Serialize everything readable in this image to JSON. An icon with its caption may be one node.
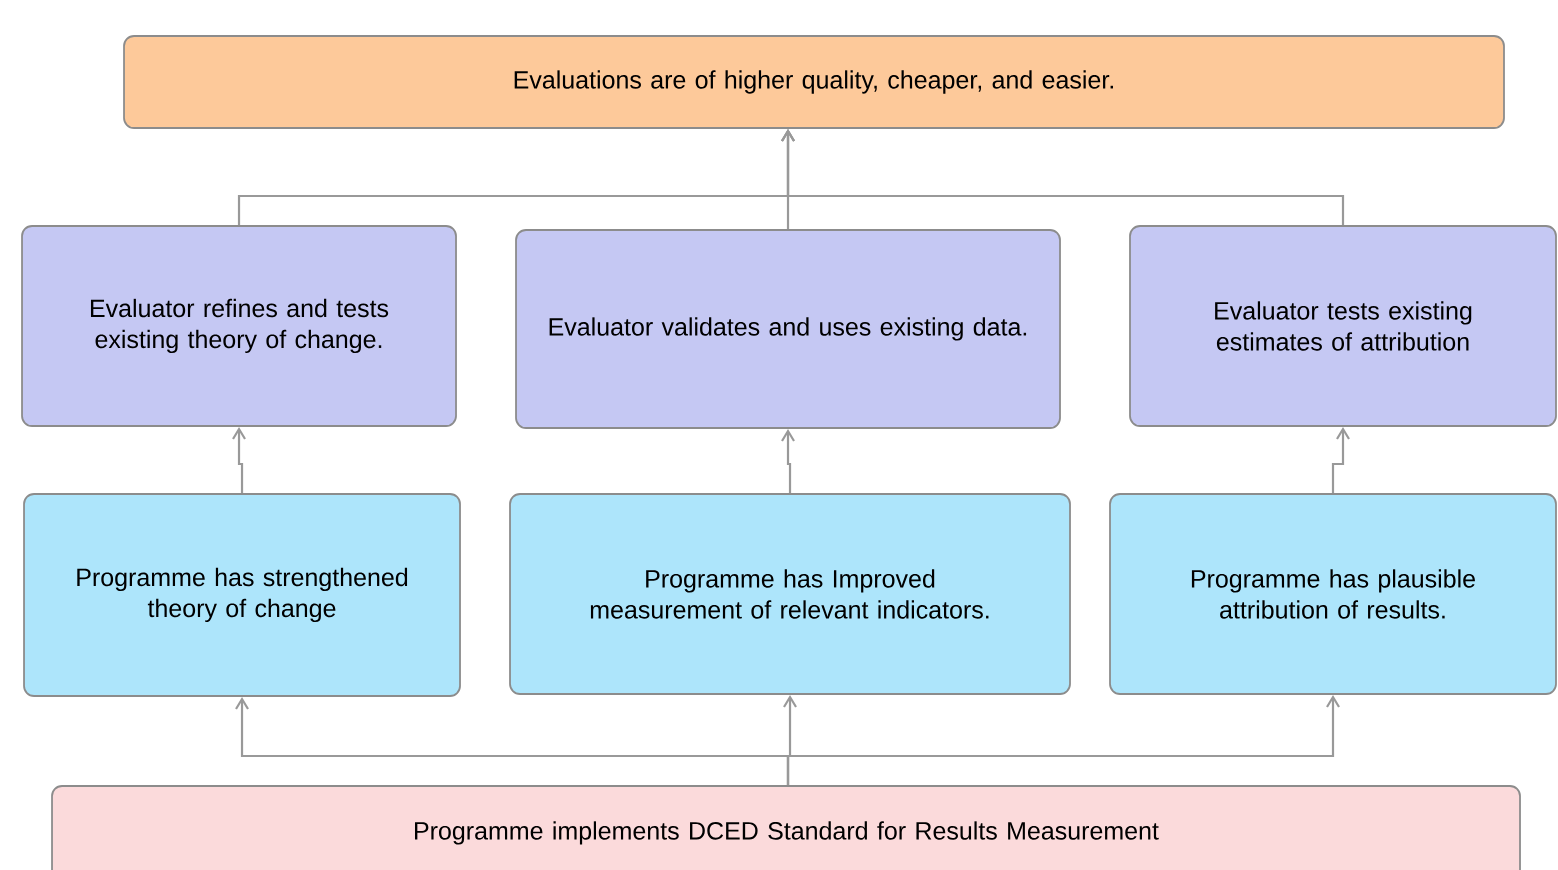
{
  "diagram": {
    "nodes": [
      {
        "text": [
          "Evaluations are of higher quality, cheaper, and easier."
        ]
      },
      {
        "text": [
          "Evaluator refines and tests existing theory of change."
        ]
      },
      {
        "text": [
          "Evaluator validates and uses existing data."
        ]
      },
      {
        "text": [
          "Evaluator tests existing estimates of attribution"
        ]
      },
      {
        "text": [
          "Programme has strengthened theory of change"
        ]
      },
      {
        "text": [
          "Programme has Improved measurement of relevant indicators."
        ]
      },
      {
        "text": [
          "Programme has plausible attribution of results."
        ]
      },
      {
        "text": [
          "Programme implements DCED Standard for Results Measurement"
        ]
      }
    ],
    "edges": [
      {
        "from": 1,
        "to": 0,
        "arrow": "to"
      },
      {
        "from": 2,
        "to": 0,
        "arrow": "to"
      },
      {
        "from": 3,
        "to": 0,
        "arrow": "to"
      },
      {
        "from": 4,
        "to": 1,
        "arrow": "to"
      },
      {
        "from": 5,
        "to": 2,
        "arrow": "to"
      },
      {
        "from": 6,
        "to": 3,
        "arrow": "to"
      },
      {
        "from": 7,
        "to": 4,
        "arrow": "to"
      },
      {
        "from": 7,
        "to": 5,
        "arrow": "to"
      },
      {
        "from": 7,
        "to": 6,
        "arrow": "to"
      }
    ]
  }
}
